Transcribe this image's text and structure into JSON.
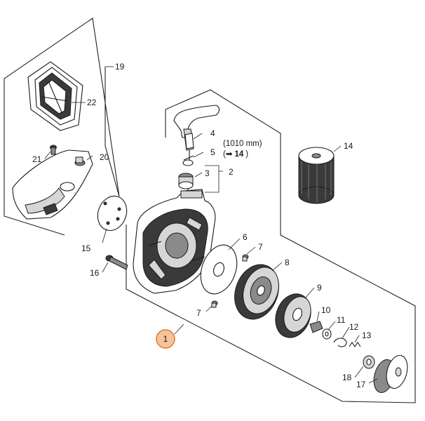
{
  "callouts": {
    "p1": "1",
    "p2": "2",
    "p3": "3",
    "p4": "4",
    "p5": "5",
    "p6": "6",
    "p7a": "7",
    "p7b": "7",
    "p8": "8",
    "p9": "9",
    "p10": "10",
    "p11": "11",
    "p12": "12",
    "p13": "13",
    "p14": "14",
    "p15": "15",
    "p16": "16",
    "p17": "17",
    "p18": "18",
    "p19": "19",
    "p20": "20",
    "p21": "21",
    "p22": "22"
  },
  "rope_note": {
    "length": "(1010 mm)",
    "arrow": "➡",
    "ref": "14",
    "close": ")"
  },
  "colors": {
    "highlight_fill": "#f6c49a",
    "highlight_stroke": "#e07a2c",
    "line": "#222222"
  }
}
